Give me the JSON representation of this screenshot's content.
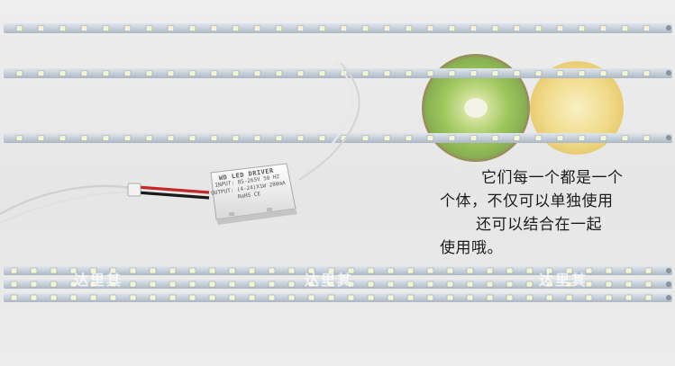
{
  "promo_text": {
    "line1": "它们每一个都是一个",
    "line2": "个体，不仅可以单独使用",
    "line3": "还可以结合在一起",
    "line4": "使用哦。"
  },
  "watermark": "达里其",
  "driver_label": {
    "title": "WD LED DRIVER",
    "input": "INPUT: 85-265V  50 HZ",
    "output": "OUTPUT: (4-24)X1W 280mA",
    "marks": "RoHS   CE"
  },
  "colors": {
    "strip": "#c8d1dc",
    "led": "#f4f4d6",
    "kiwi_flesh": "#8cbf3a",
    "lemon": "#f3d66a",
    "wire_red": "#c62828",
    "wire_black": "#1a1a1a"
  }
}
